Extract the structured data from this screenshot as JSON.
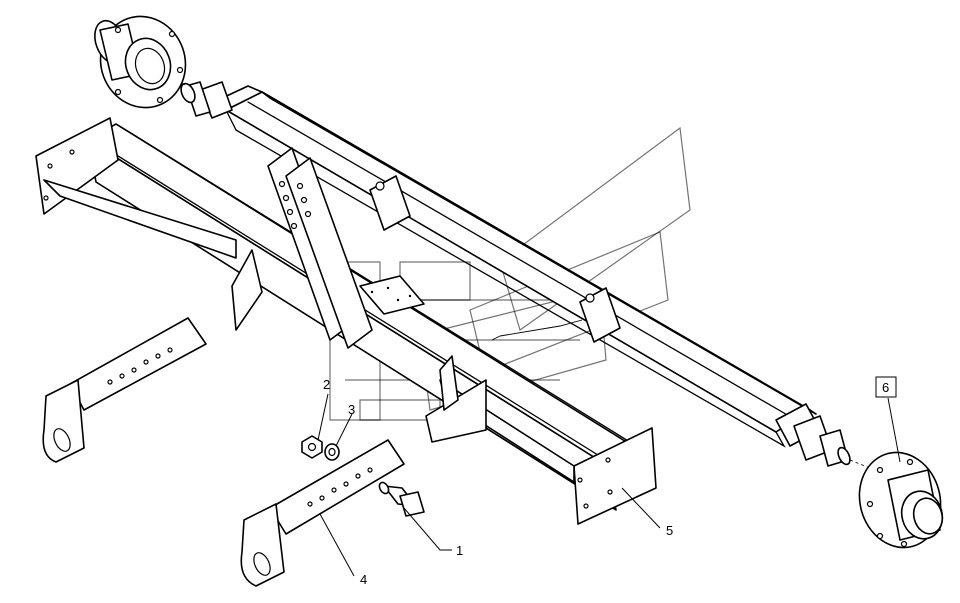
{
  "diagram": {
    "callouts": [
      {
        "id": "c1",
        "label": "1",
        "boxed": false
      },
      {
        "id": "c2",
        "label": "2",
        "boxed": false
      },
      {
        "id": "c3",
        "label": "3",
        "boxed": false
      },
      {
        "id": "c4",
        "label": "4",
        "boxed": false
      },
      {
        "id": "c5",
        "label": "5",
        "boxed": false
      },
      {
        "id": "c6",
        "label": "6",
        "boxed": true
      }
    ]
  }
}
